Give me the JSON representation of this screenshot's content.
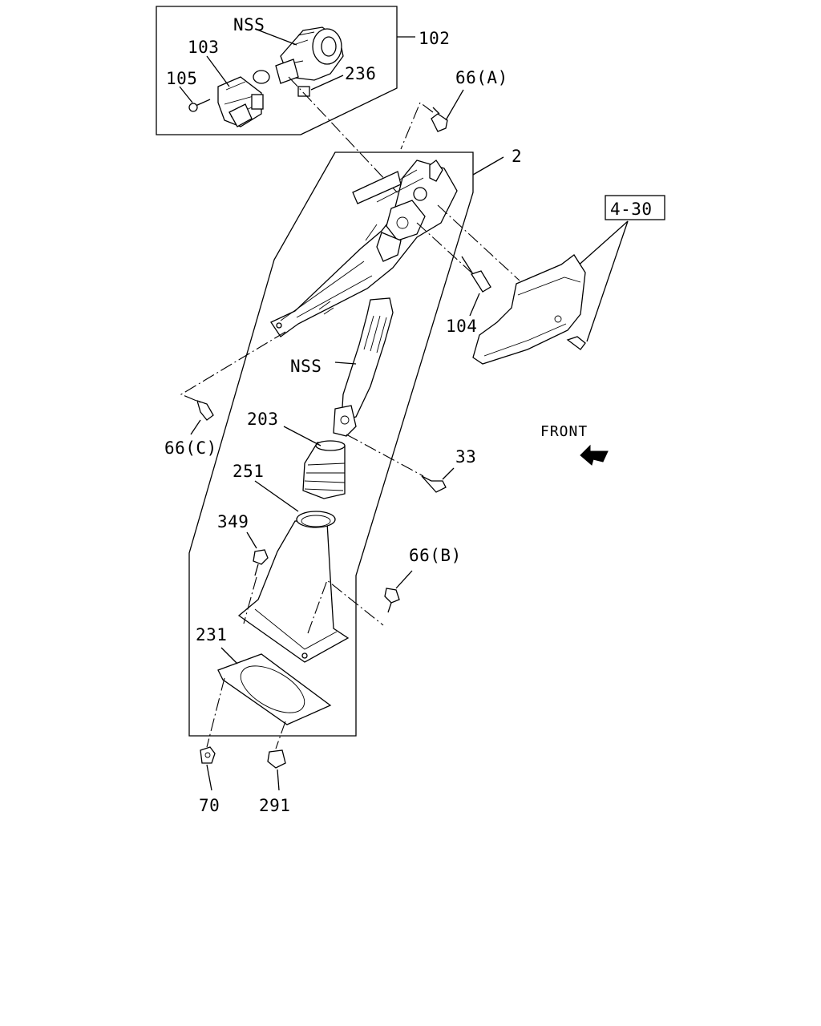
{
  "labels": {
    "l102": "102",
    "l103": "103",
    "l105": "105",
    "nss_top": "NSS",
    "l236": "236",
    "l66a": "66(A)",
    "l2": "2",
    "l430": "4-30",
    "l104": "104",
    "nss_mid": "NSS",
    "l66c": "66(C)",
    "l203": "203",
    "l33": "33",
    "l251": "251",
    "l349": "349",
    "l66b": "66(B)",
    "l231": "231",
    "l70": "70",
    "l291": "291",
    "front": "FRONT"
  },
  "icons": [
    "arrow-front-icon"
  ]
}
